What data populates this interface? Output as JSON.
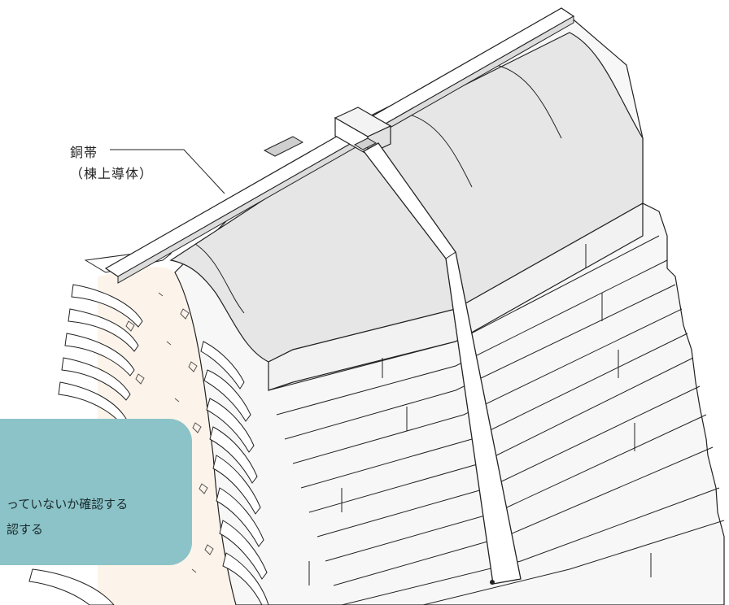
{
  "label": {
    "line1": "銅帯",
    "line2": "（棟上導体）"
  },
  "note": {
    "line1": "っていないか確認する",
    "line2": "認する"
  },
  "colors": {
    "roof_top": "#e6e6e6",
    "roof_side": "#f7f7f7",
    "interior": "#fcf4ea",
    "conductor": "#ffffff",
    "outline": "#222222",
    "note_bg": "#8bc3c8"
  }
}
